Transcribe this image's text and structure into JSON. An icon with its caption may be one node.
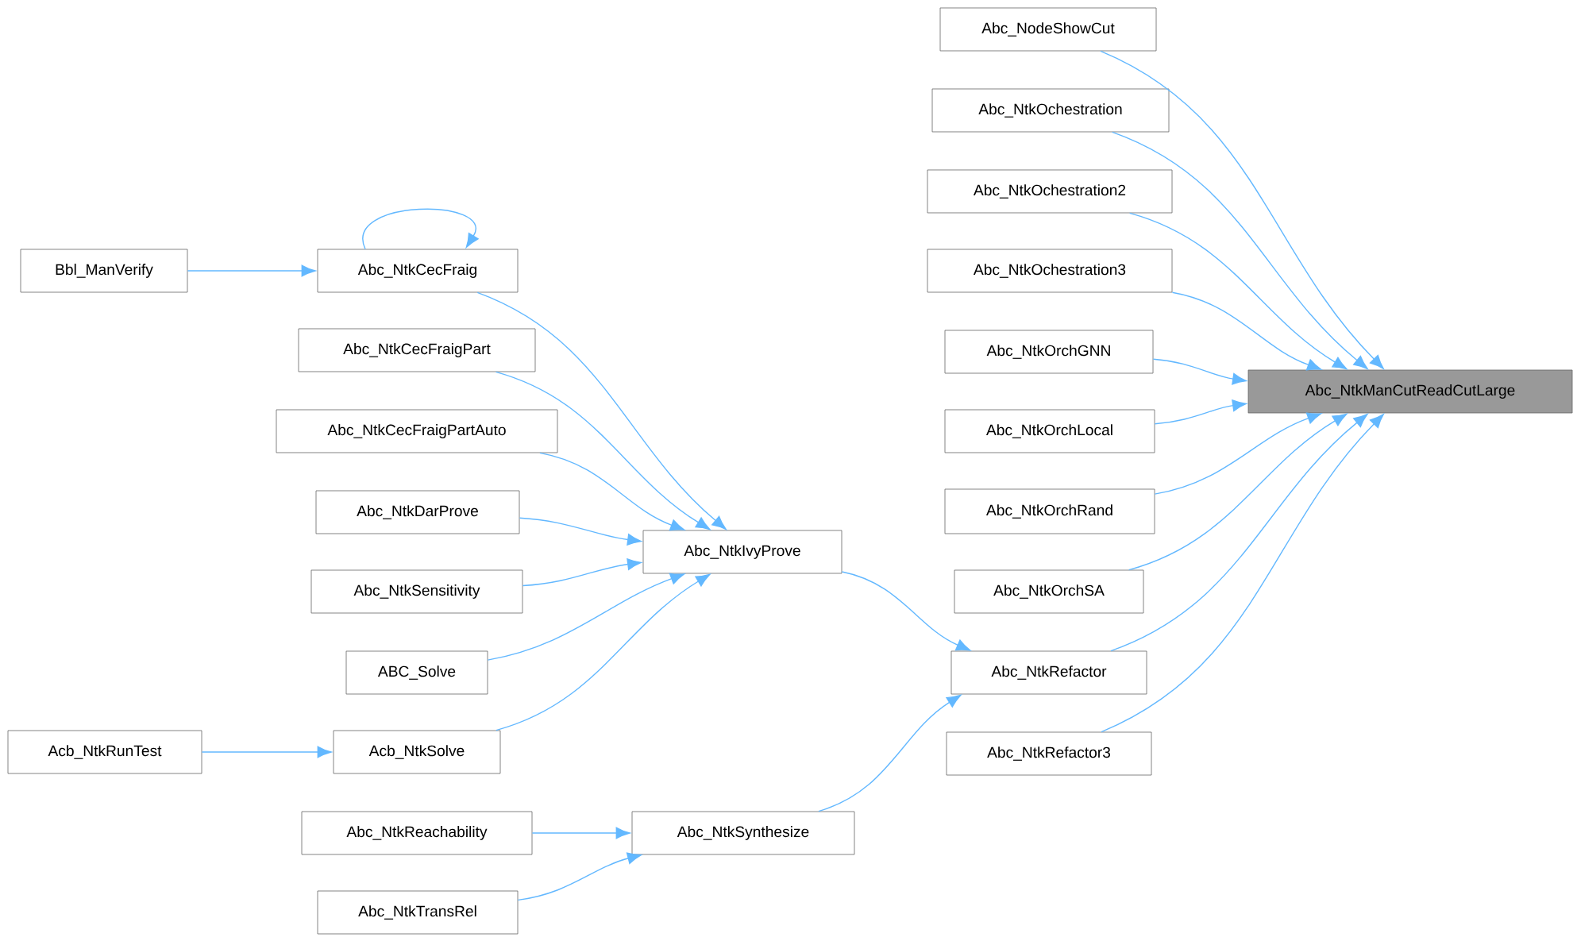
{
  "diagram": {
    "nodes": [
      {
        "text": [
          "Abc_NtkManCutReadCutLarge"
        ]
      },
      {
        "text": [
          "Abc_NodeShowCut"
        ]
      },
      {
        "text": [
          "Abc_NtkOchestration"
        ]
      },
      {
        "text": [
          "Abc_NtkOchestration2"
        ]
      },
      {
        "text": [
          "Abc_NtkOchestration3"
        ]
      },
      {
        "text": [
          "Abc_NtkOrchGNN"
        ]
      },
      {
        "text": [
          "Abc_NtkOrchLocal"
        ]
      },
      {
        "text": [
          "Abc_NtkOrchRand"
        ]
      },
      {
        "text": [
          "Abc_NtkOrchSA"
        ]
      },
      {
        "text": [
          "Abc_NtkRefactor"
        ]
      },
      {
        "text": [
          "Abc_NtkRefactor3"
        ]
      },
      {
        "text": [
          "Abc_NtkIvyProve"
        ]
      },
      {
        "text": [
          "Abc_NtkSynthesize"
        ]
      },
      {
        "text": [
          "Abc_NtkCecFraig"
        ]
      },
      {
        "text": [
          "Bbl_ManVerify"
        ]
      },
      {
        "text": [
          "Abc_NtkCecFraigPart"
        ]
      },
      {
        "text": [
          "Abc_NtkCecFraigPartAuto"
        ]
      },
      {
        "text": [
          "Abc_NtkDarProve"
        ]
      },
      {
        "text": [
          "Abc_NtkSensitivity"
        ]
      },
      {
        "text": [
          "ABC_Solve"
        ]
      },
      {
        "text": [
          "Acb_NtkSolve"
        ]
      },
      {
        "text": [
          "Acb_NtkRunTest"
        ]
      },
      {
        "text": [
          "Abc_NtkReachability"
        ]
      },
      {
        "text": [
          "Abc_NtkTransRel"
        ]
      }
    ],
    "edges": [
      {
        "from": 1,
        "to": 0,
        "arrow": "to"
      },
      {
        "from": 2,
        "to": 0,
        "arrow": "to"
      },
      {
        "from": 3,
        "to": 0,
        "arrow": "to"
      },
      {
        "from": 4,
        "to": 0,
        "arrow": "to"
      },
      {
        "from": 5,
        "to": 0,
        "arrow": "to"
      },
      {
        "from": 6,
        "to": 0,
        "arrow": "to"
      },
      {
        "from": 7,
        "to": 0,
        "arrow": "to"
      },
      {
        "from": 8,
        "to": 0,
        "arrow": "to"
      },
      {
        "from": 9,
        "to": 0,
        "arrow": "to"
      },
      {
        "from": 10,
        "to": 0,
        "arrow": "to"
      },
      {
        "from": 11,
        "to": 9,
        "arrow": "to"
      },
      {
        "from": 12,
        "to": 9,
        "arrow": "to"
      },
      {
        "from": 13,
        "to": 13,
        "arrow": "to"
      },
      {
        "from": 13,
        "to": 11,
        "arrow": "to"
      },
      {
        "from": 15,
        "to": 11,
        "arrow": "to"
      },
      {
        "from": 16,
        "to": 11,
        "arrow": "to"
      },
      {
        "from": 17,
        "to": 11,
        "arrow": "to"
      },
      {
        "from": 18,
        "to": 11,
        "arrow": "to"
      },
      {
        "from": 19,
        "to": 11,
        "arrow": "to"
      },
      {
        "from": 20,
        "to": 11,
        "arrow": "to"
      },
      {
        "from": 14,
        "to": 13,
        "arrow": "to"
      },
      {
        "from": 21,
        "to": 20,
        "arrow": "to"
      },
      {
        "from": 22,
        "to": 12,
        "arrow": "to"
      },
      {
        "from": 23,
        "to": 12,
        "arrow": "to"
      }
    ]
  }
}
